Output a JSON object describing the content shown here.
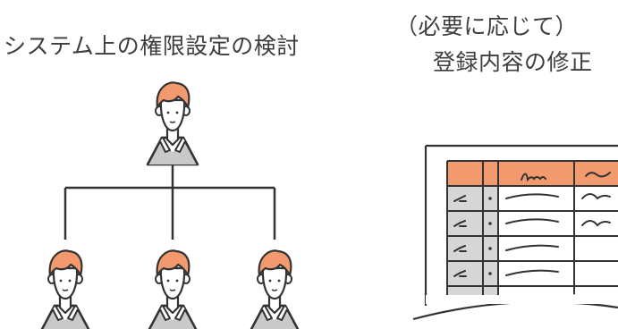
{
  "left_panel": {
    "caption": "システム上の権限設定の検討"
  },
  "right_panel": {
    "caption_line1": "（必要に応じて）",
    "caption_line2": "登録内容の修正"
  },
  "colors": {
    "hair": "#f29a6e",
    "header_fill": "#f29a6e",
    "body_fill": "#c9c9c9",
    "line": "#333333"
  }
}
